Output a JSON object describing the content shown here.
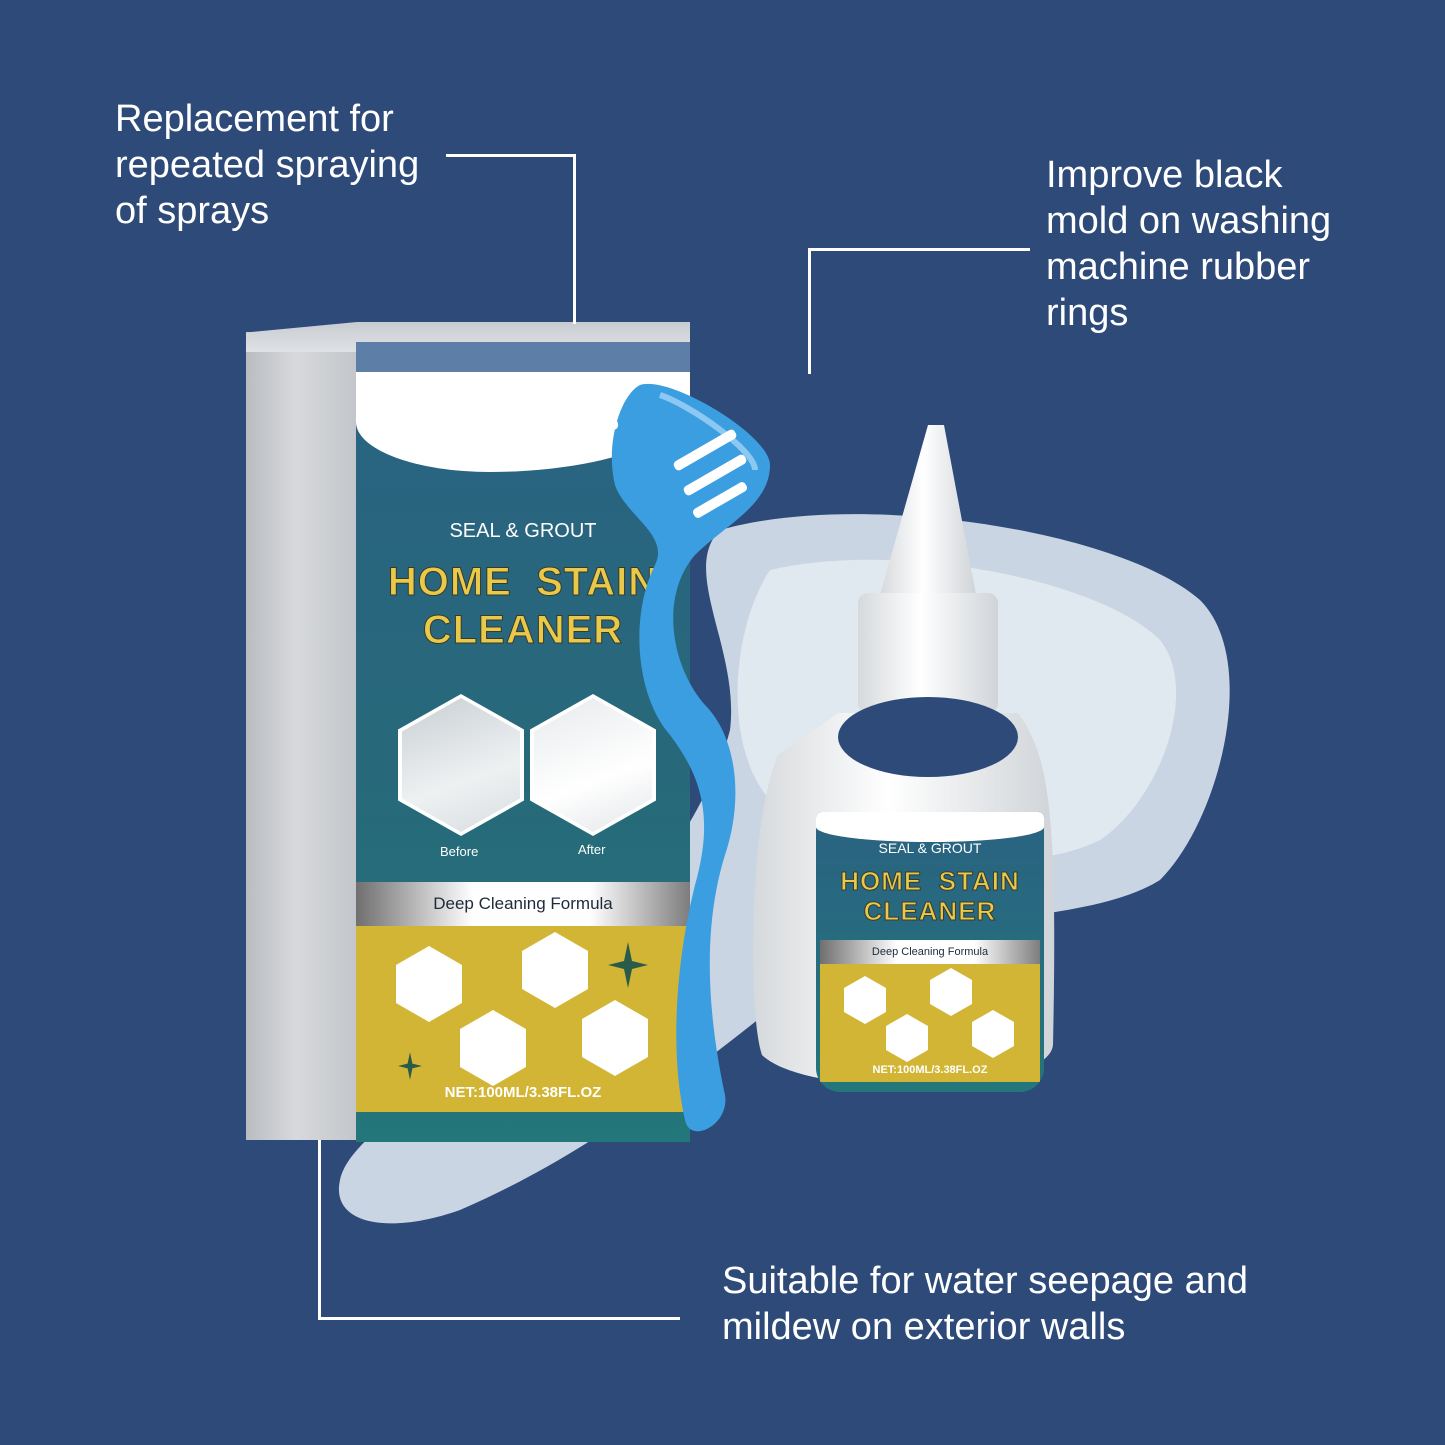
{
  "callouts": {
    "top_left": [
      "Replacement for",
      "repeated spraying",
      "of sprays"
    ],
    "top_right": [
      "Improve black",
      "mold on washing",
      "machine rubber",
      "rings"
    ],
    "bottom": [
      "Suitable for water seepage and",
      "mildew on exterior walls"
    ]
  },
  "box": {
    "line": "SEAL & GROUT",
    "name_line1": "HOME  STAIN",
    "name_line2": "CLEANER",
    "before_label": "Before",
    "after_label": "After",
    "formula": "Deep Cleaning Formula",
    "net": "NET:100ML/3.38FL.OZ"
  },
  "bottle": {
    "line": "SEAL & GROUT",
    "name_line1": "HOME  STAIN",
    "name_line2": "CLEANER",
    "formula": "Deep Cleaning Formula",
    "net": "NET:100ML/3.38FL.OZ"
  },
  "icons": [
    "toilet-icon",
    "sink-icon",
    "window-icon",
    "washing-machine-icon",
    "sparkle-icon"
  ],
  "colors": {
    "background": "#2d4a79",
    "label_teal": "#27697a",
    "label_yellow": "#d2b534",
    "title_gold": "#e8c94a",
    "brush_blue": "#3b9ee0"
  }
}
